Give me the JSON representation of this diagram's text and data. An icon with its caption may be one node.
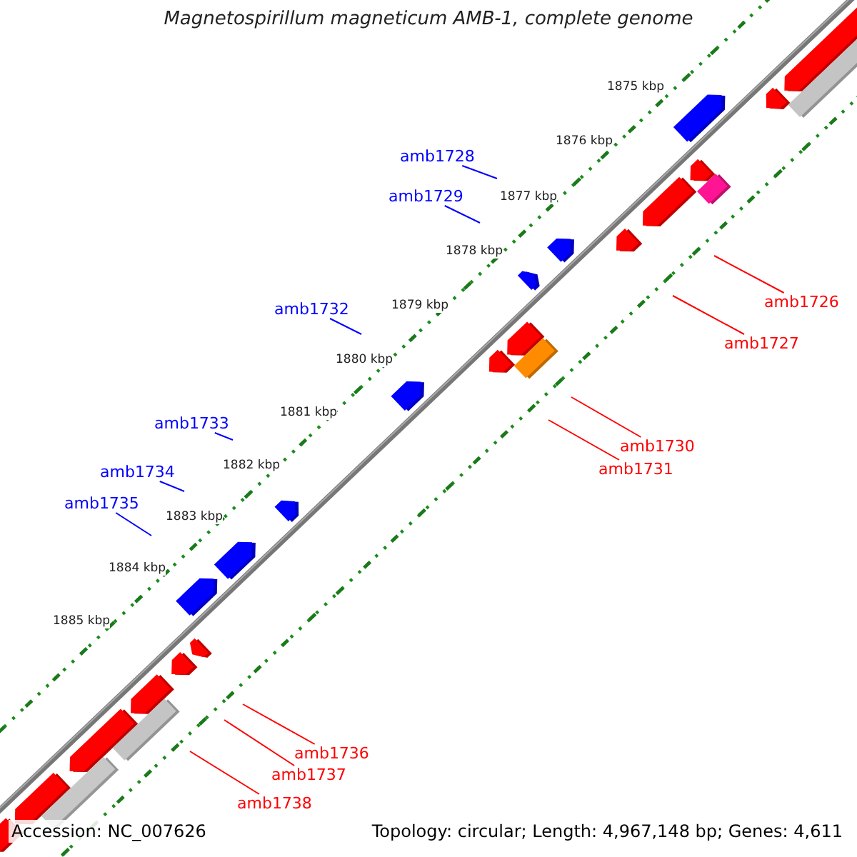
{
  "diagram": {
    "title": "Magnetospirillum magneticum AMB-1, complete genome",
    "nodes": [
      {
        "text": [
          "amb1728"
        ]
      },
      {
        "text": [
          "amb1729"
        ]
      },
      {
        "text": [
          "amb1726"
        ]
      },
      {
        "text": [
          "amb1727"
        ]
      },
      {
        "text": [
          "amb1732"
        ]
      },
      {
        "text": [
          "amb1730"
        ]
      },
      {
        "text": [
          "amb1731"
        ]
      },
      {
        "text": [
          "amb1733"
        ]
      },
      {
        "text": [
          "amb1734"
        ]
      },
      {
        "text": [
          "amb1735"
        ]
      },
      {
        "text": [
          "amb1736"
        ]
      },
      {
        "text": [
          "amb1737"
        ]
      },
      {
        "text": [
          "amb1738"
        ]
      }
    ],
    "edges": [
      {
        "from": 0,
        "to": null,
        "arrow": "none",
        "color": "#0000ff"
      },
      {
        "from": 1,
        "to": null,
        "arrow": "none",
        "color": "#0000ff"
      },
      {
        "from": 2,
        "to": null,
        "arrow": "none"
      },
      {
        "from": 3,
        "to": null,
        "arrow": "none"
      },
      {
        "from": 4,
        "to": null,
        "arrow": "none",
        "color": "#0000ff"
      },
      {
        "from": 5,
        "to": null,
        "arrow": "none"
      },
      {
        "from": 6,
        "to": null,
        "arrow": "none"
      },
      {
        "from": 7,
        "to": null,
        "arrow": "none",
        "color": "#0000ff"
      },
      {
        "from": 8,
        "to": null,
        "arrow": "none",
        "color": "#0000ff"
      },
      {
        "from": 9,
        "to": null,
        "arrow": "none",
        "color": "#0000ff"
      },
      {
        "from": 10,
        "to": null,
        "arrow": "none"
      },
      {
        "from": 11,
        "to": null,
        "arrow": "none"
      },
      {
        "from": 12,
        "to": null,
        "arrow": "none"
      }
    ],
    "labels": [
      "1875 kbp",
      "1876 kbp",
      "1877 kbp",
      "1878 kbp",
      "1879 kbp",
      "1880 kbp",
      "1881 kbp",
      "1882 kbp",
      "1883 kbp",
      "1884 kbp",
      "1885 kbp",
      "Accession: NC_007626",
      "Topology: circular; Length: 4,967,148 bp; Genes: 4,611"
    ]
  }
}
